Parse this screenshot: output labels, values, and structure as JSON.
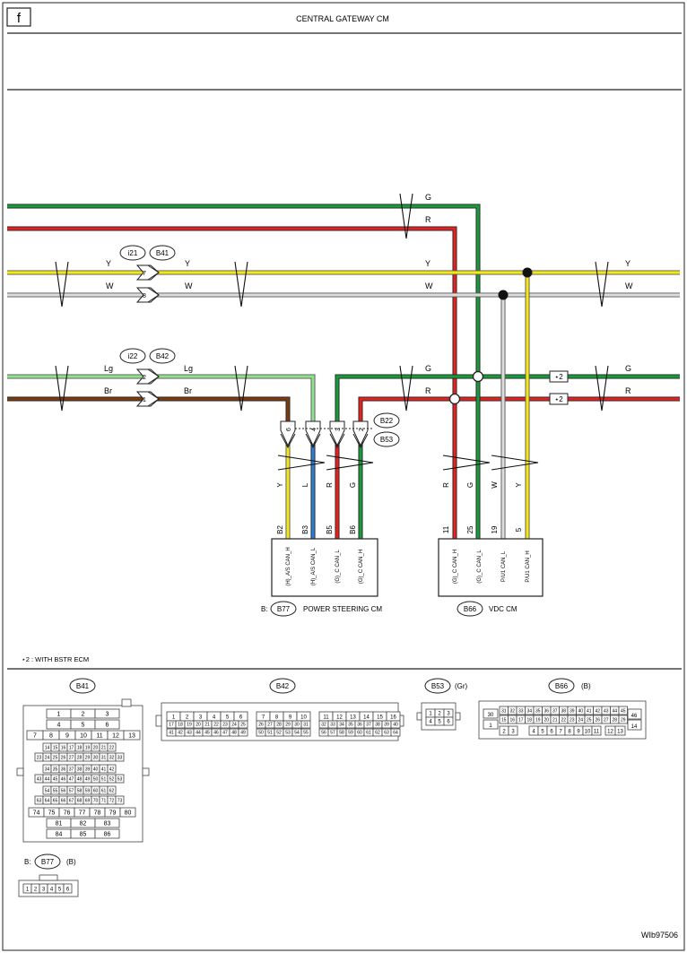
{
  "page": {
    "corner_letter": "f",
    "title": "CENTRAL GATEWAY CM",
    "figure_code": "WIb97506"
  },
  "colors": {
    "green": "#1a9a3c",
    "red": "#e32222",
    "yellow": "#f4e619",
    "white_wire": "#dcdcdc",
    "light_green": "#8fe08f",
    "brown": "#7a3d12",
    "blue": "#2e7fd6",
    "outline": "#222222"
  },
  "wire_labels": {
    "g": "G",
    "r": "R",
    "y": "Y",
    "w": "W",
    "lg": "Lg",
    "br": "Br",
    "l": "L"
  },
  "connectors": {
    "i21": "i21",
    "b41": "B41",
    "i22": "i22",
    "b42": "B42",
    "b22": "B22",
    "b53": "B53",
    "pin_7": "7",
    "pin_8": "8",
    "pin_2": "2",
    "pin_1": "1",
    "pin_6": "6",
    "pin_4": "4",
    "pin_3": "3",
    "pin_2b": "2"
  },
  "splices": {
    "star2": "⋆2"
  },
  "power_steering": {
    "prefix": "B:",
    "connector": "B77",
    "name": "POWER STEERING CM",
    "pins": [
      "B2",
      "B3",
      "B5",
      "B6"
    ],
    "signals": [
      "(H)_A/S CAN_H",
      "(H)_A/S CAN_L",
      "(G)_C CAN_L",
      "(G)_C CAN_H"
    ]
  },
  "vdc": {
    "connector": "B66",
    "name": "VDC CM",
    "pins": [
      "11",
      "25",
      "19",
      "5"
    ],
    "signals": [
      "(G)_C CAN_H",
      "(G)_C CAN_L",
      "P/U1 CAN_L",
      "P/U1 CAN_H"
    ]
  },
  "legend": {
    "note": "⋆2  : WITH BSTR ECM"
  },
  "connector_views": {
    "b41": {
      "name": "B41"
    },
    "b42": {
      "name": "B42"
    },
    "b53": {
      "name": "B53",
      "color": "(Gr)"
    },
    "b66": {
      "name": "B66",
      "color": "(B)"
    },
    "b77": {
      "prefix": "B:",
      "name": "B77",
      "color": "(B)"
    }
  }
}
